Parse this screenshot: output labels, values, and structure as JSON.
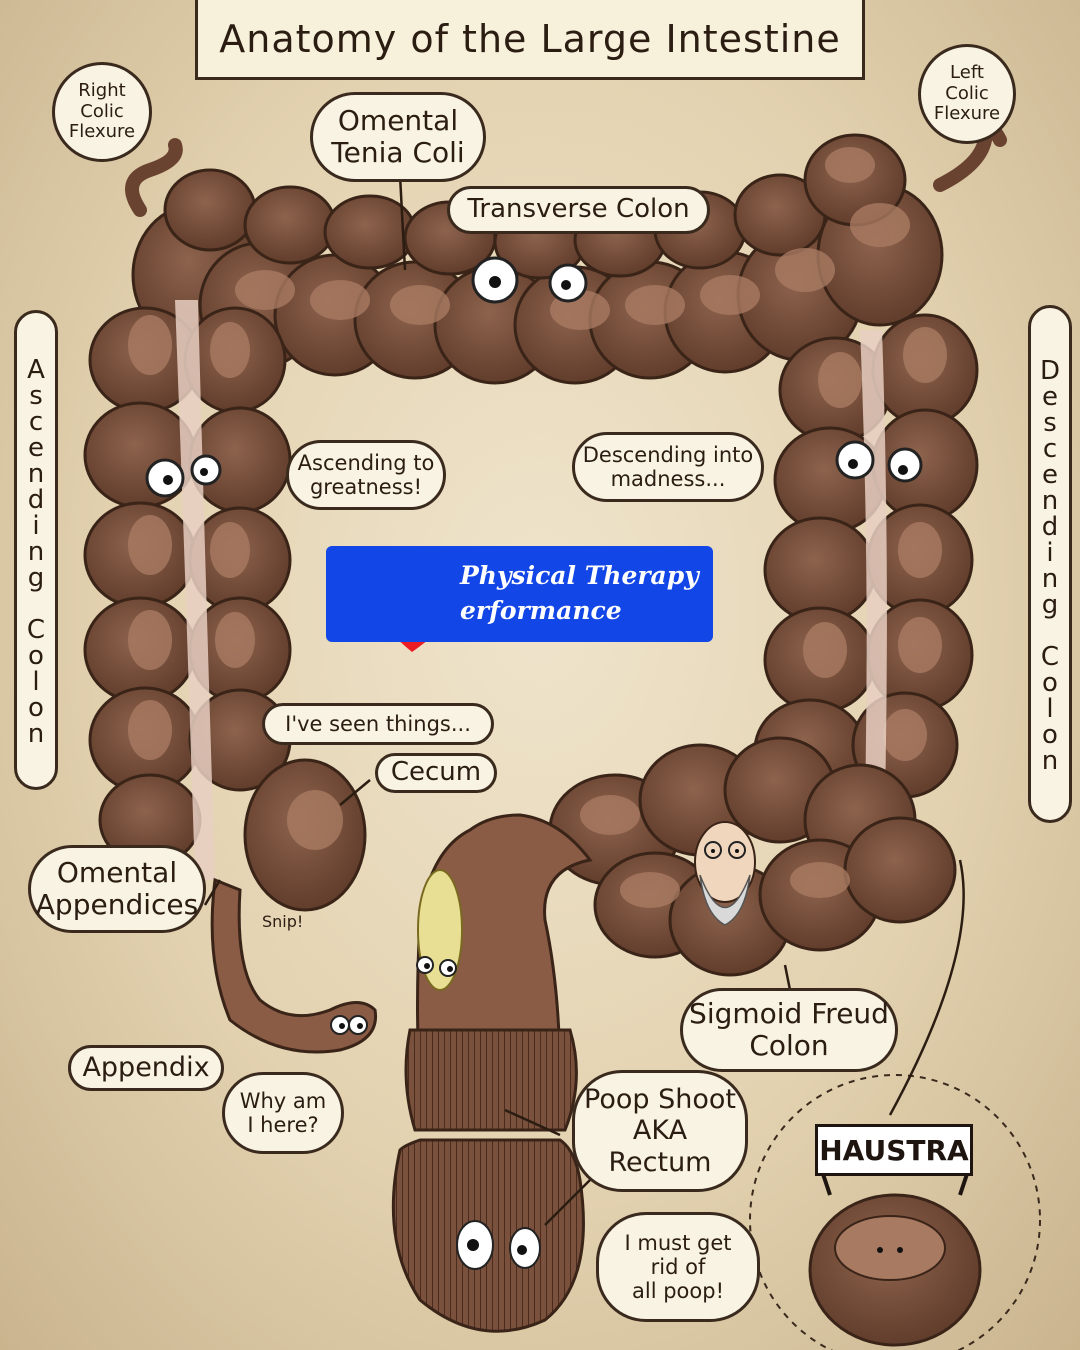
{
  "title": "Anatomy of the Large Intestine",
  "labels": {
    "right_colic_flexure": "Right\nColic\nFlexure",
    "left_colic_flexure": "Left\nColic\nFlexure",
    "omental_tenia_coli": "Omental\nTenia Coli",
    "transverse_colon": "Transverse Colon",
    "ascending_colon": "Ascending Colon",
    "descending_colon": "Descending Colon",
    "cecum": "Cecum",
    "omental_appendices": "Omental\nAppendices",
    "appendix": "Appendix",
    "sigmoid_freud_colon": "Sigmoid Freud\nColon",
    "poop_shoot": "Poop Shoot\nAKA\nRectum",
    "haustra": "HAUSTRA"
  },
  "speech": {
    "ascending": "Ascending to\ngreatness!",
    "descending": "Descending into\nmadness...",
    "seen_things": "I've seen things...",
    "why_here": "Why am\nI here?",
    "rid_of_poop": "I must get\nrid of\nall poop!",
    "snip": "Snip!"
  },
  "watermark": {
    "text": "Physical Therapy\nerformance"
  },
  "colors": {
    "segment": "#7e5541",
    "segment_dark": "#5a3626",
    "pouch": "#a97a62",
    "tenia": "#e8cfc2",
    "appendage": "#e8df95",
    "banner": "#1346e6",
    "heart": "#e8131b",
    "ink": "#3a2a1e"
  }
}
